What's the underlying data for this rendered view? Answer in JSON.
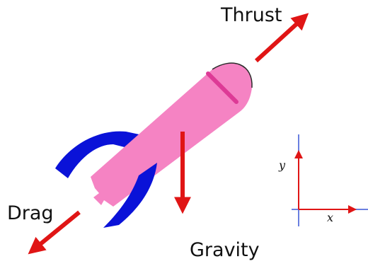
{
  "labels": {
    "thrust": "Thrust",
    "drag": "Drag",
    "gravity": "Gravity",
    "axis_x": "x",
    "axis_y": "y"
  },
  "colors": {
    "force_arrow": "#e01515",
    "rocket_body": "#f583c3",
    "rocket_band": "#dd3a96",
    "fins": "#0a12d8",
    "axis_vertical": "#6a7fe0",
    "axis_arrow": "#e01515"
  },
  "icons": {
    "rocket": "rocket-icon",
    "force": "arrow-icon"
  }
}
